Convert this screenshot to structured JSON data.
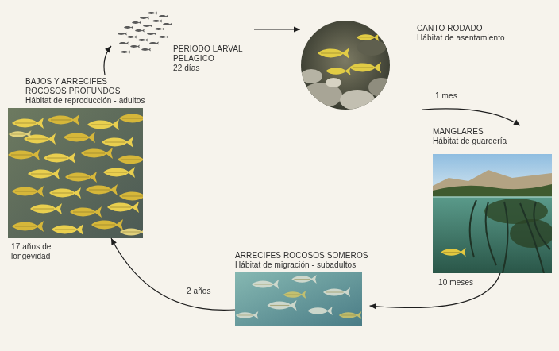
{
  "diagram": {
    "nodes": [
      {
        "text": [
          "PERIODO LARVAL PELAGICO",
          "22 días"
        ]
      },
      {
        "text": [
          "CANTO RODADO",
          "Hábitat de asentamiento"
        ]
      },
      {
        "text": [
          "MANGLARES",
          "Hábitat de guardería"
        ]
      },
      {
        "text": [
          "ARRECIFES ROCOSOS SOMEROS",
          "Hábitat de migración - subadultos"
        ]
      },
      {
        "text": [
          "BAJOS Y ARRECIFES ROCOSOS PROFUNDOS",
          "Hábitat de reproducción - adultos"
        ]
      }
    ],
    "edges": [
      {
        "from": 0,
        "to": 1,
        "arrow": "to"
      },
      {
        "from": 1,
        "to": 2,
        "label": "1 mes",
        "arrow": "to"
      },
      {
        "from": 2,
        "to": 3,
        "label": "10 meses",
        "arrow": "to"
      },
      {
        "from": 3,
        "to": 4,
        "label": "2 años",
        "arrow": "to"
      },
      {
        "from": 4,
        "to": 0,
        "arrow": "to"
      }
    ],
    "labels": [
      "17 años de longevidad"
    ]
  }
}
